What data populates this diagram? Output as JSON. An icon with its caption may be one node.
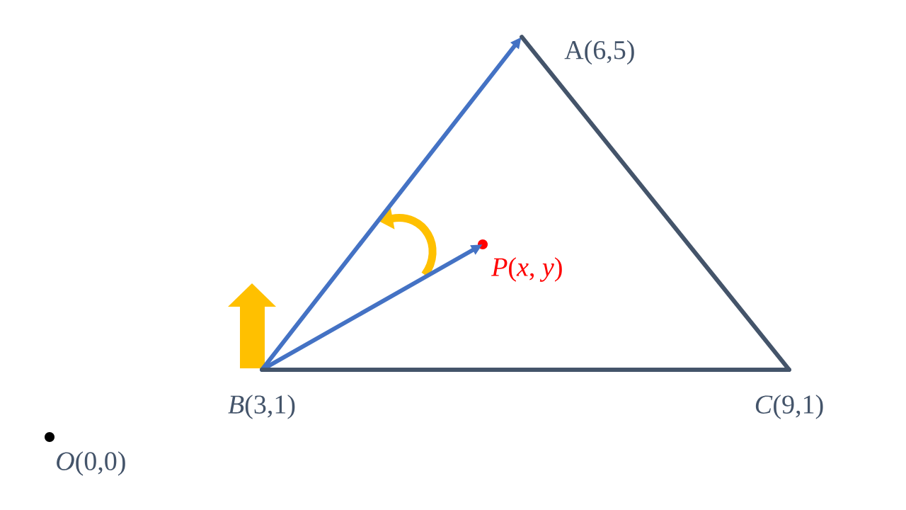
{
  "diagram": {
    "nodes": [
      {
        "text": [
          "A(6,5)"
        ]
      },
      {
        "text": [
          "*B*(3,1)"
        ]
      },
      {
        "text": [
          "*C*(9,1)"
        ]
      },
      {
        "text": [
          "*P*(*x*, *y*)"
        ]
      },
      {
        "text": [
          "*O*(0,0)"
        ]
      }
    ],
    "edges": [
      {
        "from": 1,
        "to": 0,
        "arrow": "to",
        "color": "#4472c4"
      },
      {
        "from": 1,
        "to": 3,
        "arrow": "to",
        "color": "#4472c4"
      },
      {
        "from": 0,
        "to": 2,
        "arrow": "none",
        "color": "#44546a"
      },
      {
        "from": 1,
        "to": 2,
        "arrow": "none",
        "color": "#44546a"
      }
    ]
  }
}
